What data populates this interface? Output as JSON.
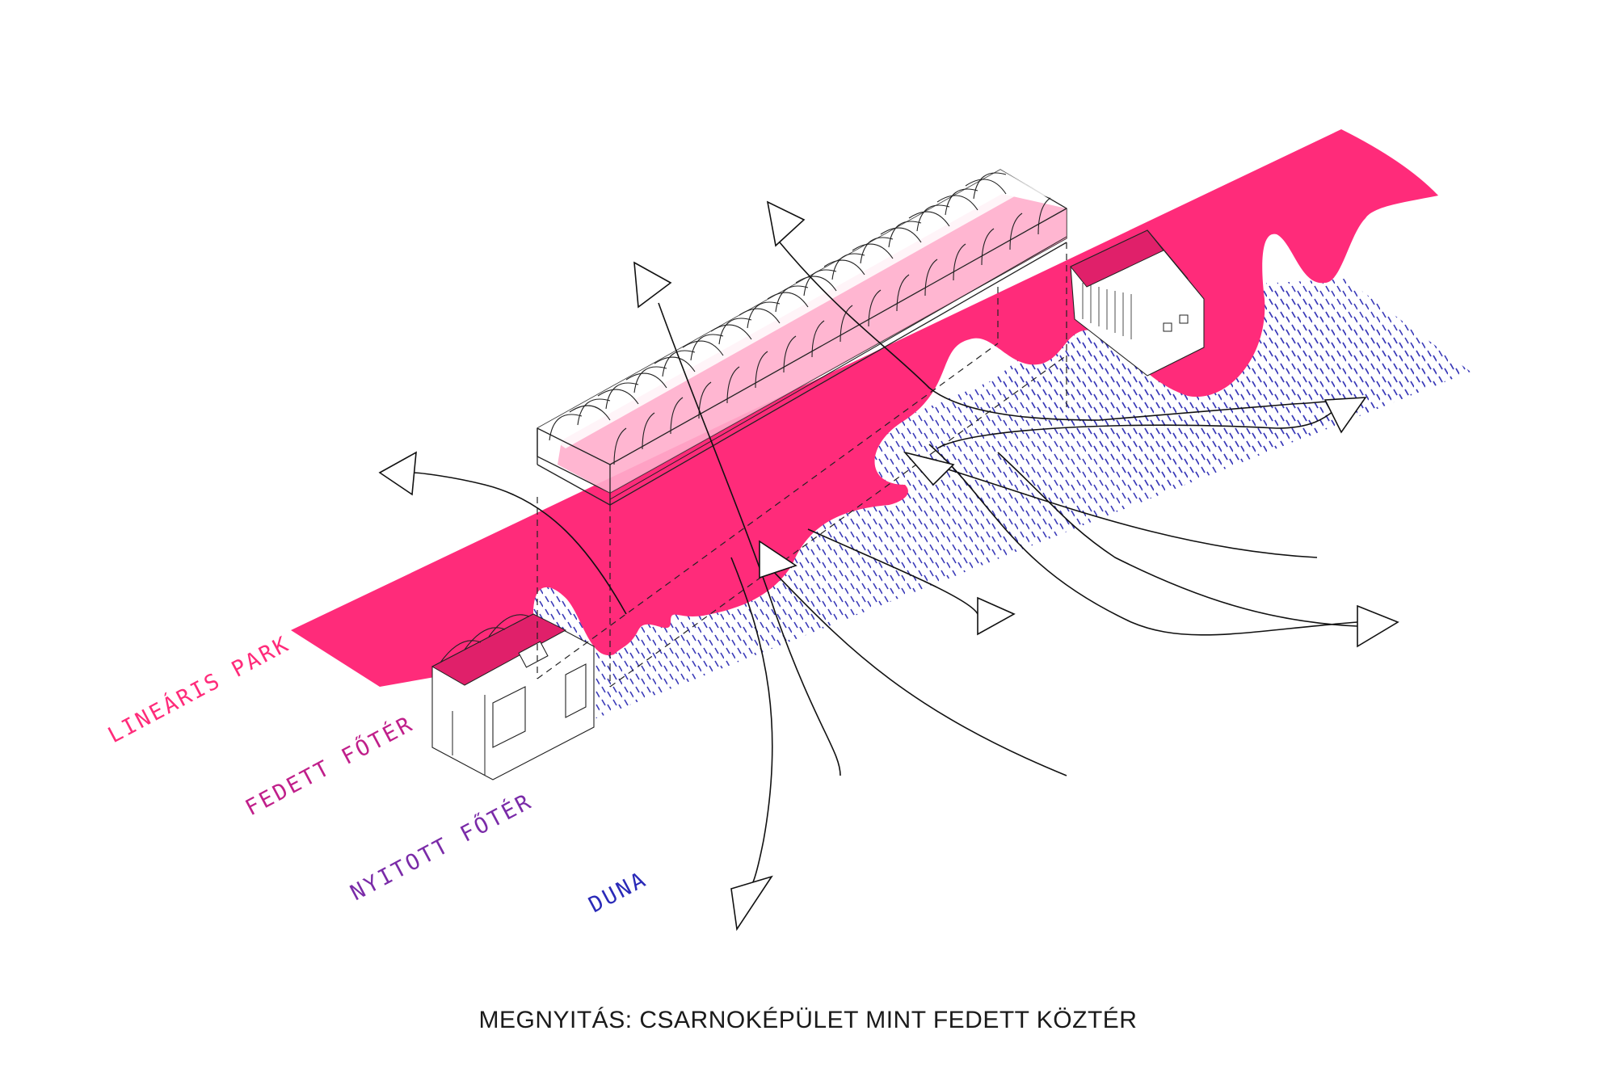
{
  "labels": {
    "linearis_park": "LINEÁRIS PARK",
    "fedett_foter": "FEDETT FŐTÉR",
    "nyitott_foter": "NYITOTT FŐTÉR",
    "duna": "DUNA"
  },
  "caption": "MEGNYITÁS: CSARNOKÉPÜLET MINT FEDETT KÖZTÉR",
  "colors": {
    "park_magenta": "#ff2b7a",
    "covered_square": "#c01f8a",
    "open_square": "#7a2ba8",
    "river_blue": "#2a2ab8"
  }
}
